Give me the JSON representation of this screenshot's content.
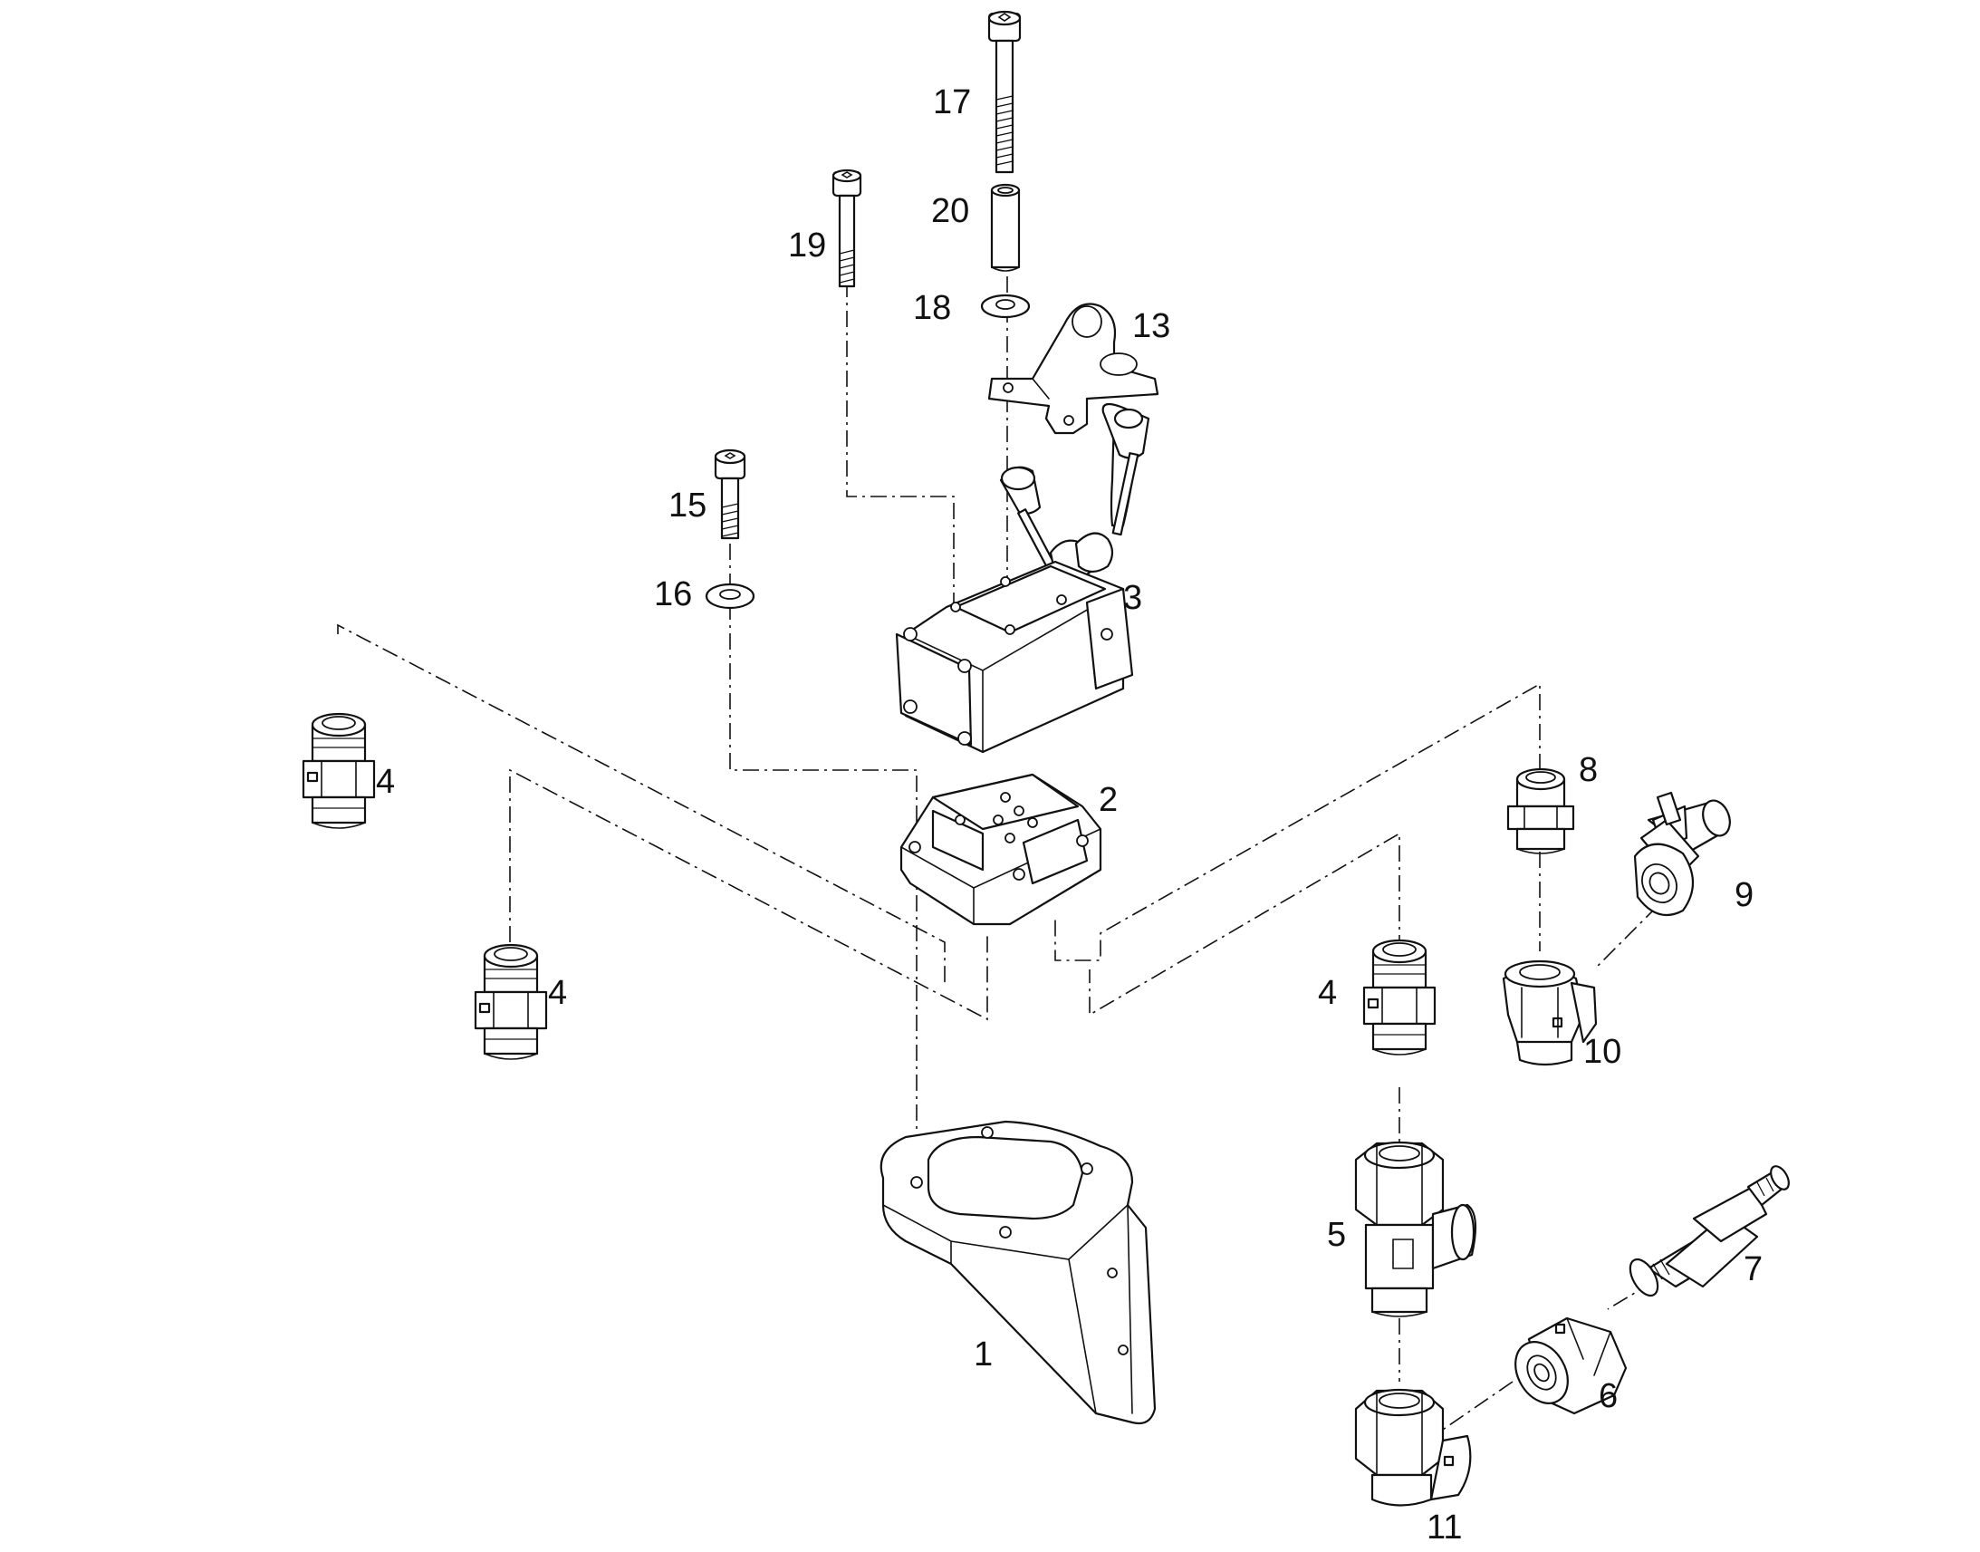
{
  "labels": {
    "l1": "1",
    "l2": "2",
    "l3": "3",
    "l4a": "4",
    "l4b": "4",
    "l4c": "4",
    "l5": "5",
    "l6": "6",
    "l7": "7",
    "l8": "8",
    "l9": "9",
    "l10": "10",
    "l11": "11",
    "l13": "13",
    "l15": "15",
    "l16": "16",
    "l17": "17",
    "l18": "18",
    "l19": "19",
    "l20": "20"
  }
}
